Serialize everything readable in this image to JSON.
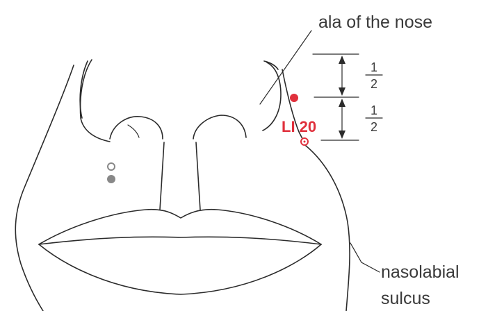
{
  "labels": {
    "ala": "ala of the nose",
    "nasolabial_line1": "nasolabial",
    "nasolabial_line2": "sulcus",
    "point": "LI 20",
    "upper_num": "1",
    "upper_den": "2",
    "lower_num": "1",
    "lower_den": "2"
  },
  "colors": {
    "line": "#2b2b2b",
    "text": "#3a3a3a",
    "point": "#e0303c",
    "reference_point": "#888888"
  }
}
